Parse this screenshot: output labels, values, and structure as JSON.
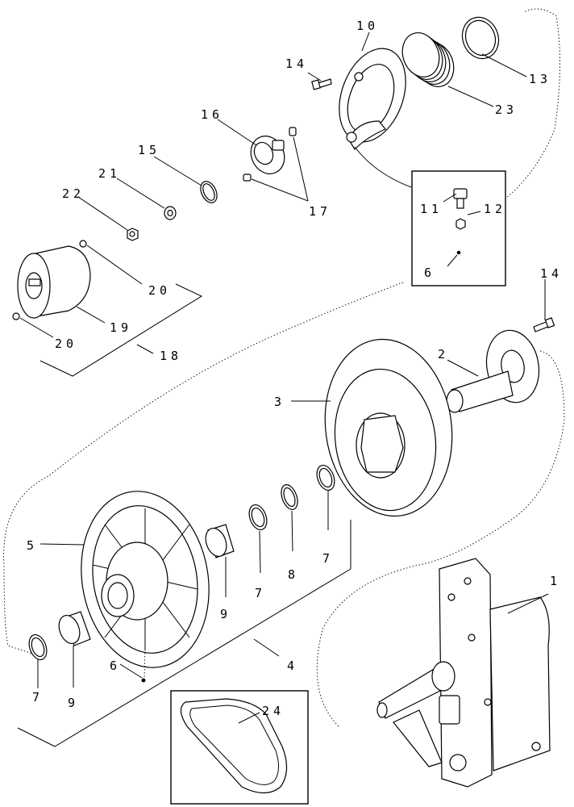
{
  "callouts": {
    "c1": "1",
    "c2": "2",
    "c3": "3",
    "c4": "4",
    "c5": "5",
    "c6a": "6",
    "c6b": "6",
    "c7a": "7",
    "c7b": "7",
    "c7c": "7",
    "c8": "8",
    "c9a": "9",
    "c9b": "9",
    "c10": "10",
    "c11": "11",
    "c12": "12",
    "c13": "13",
    "c14a": "14",
    "c14b": "14",
    "c15": "15",
    "c16": "16",
    "c17": "17",
    "c18": "18",
    "c19": "19",
    "c20a": "20",
    "c20b": "20",
    "c21": "21",
    "c22": "22",
    "c23": "23",
    "c24": "24"
  }
}
